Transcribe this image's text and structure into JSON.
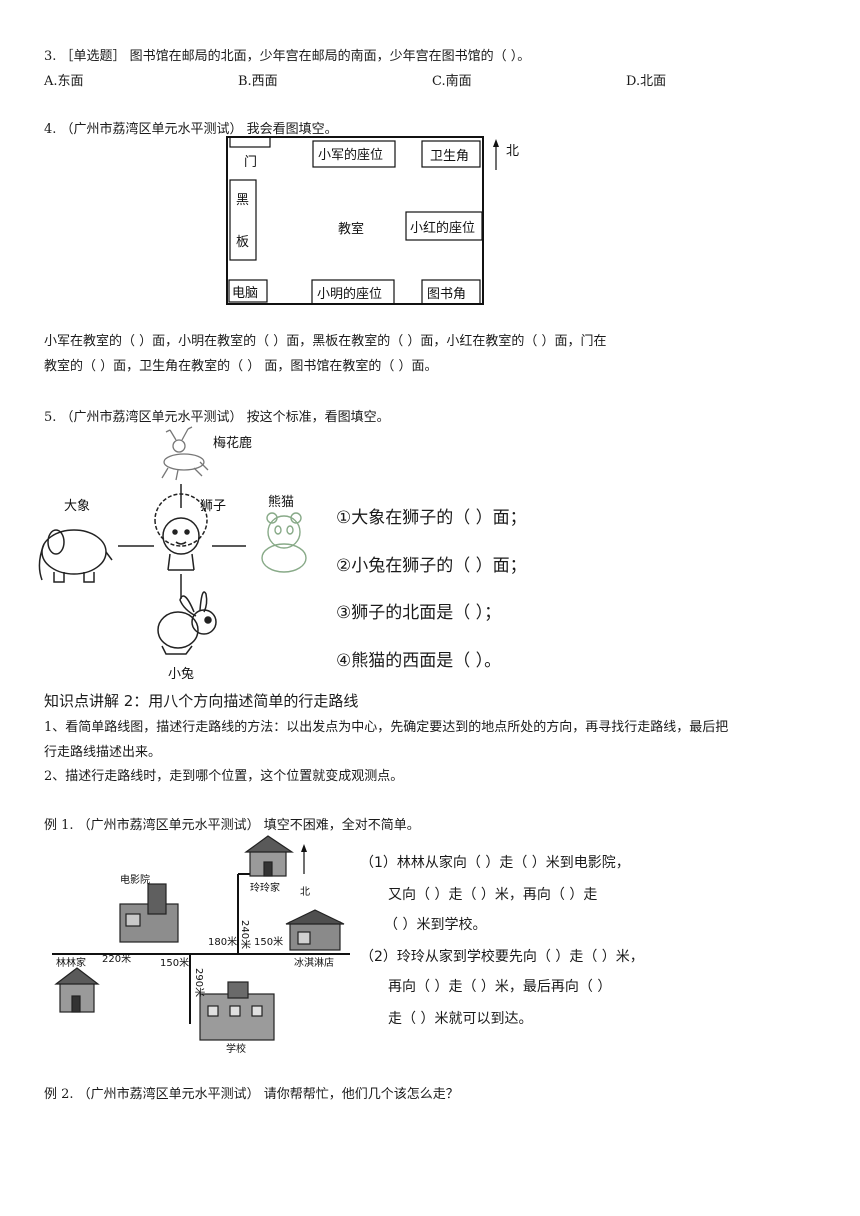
{
  "q3": {
    "stem": "3. ［单选题］  图书馆在邮局的北面，少年宫在邮局的南面，少年宫在图书馆的（      ）。",
    "options": [
      "A.东面",
      "B.西面",
      "C.南面",
      "D.北面"
    ]
  },
  "q4": {
    "stem": "4.  （广州市荔湾区单元水平测试）  我会看图填空。",
    "figure": {
      "door": "门",
      "blackboard_1": "黑",
      "blackboard_2": "板",
      "computer": "电脑",
      "xiaojun_seat": "小军的座位",
      "toilet_corner": "卫生角",
      "classroom": "教室",
      "xiaohong_seat": "小红的座位",
      "xiaoming_seat": "小明的座位",
      "library_corner": "图书角",
      "north": "北"
    },
    "line1": "小军在教室的（        ）面，小明在教室的（        ）面，黑板在教室的（        ）面，小红在教室的（        ）面，门在",
    "line2": "教室的（        ）面，卫生角在教室的（        ）  面，图书馆在教室的（        ）面。"
  },
  "q5": {
    "stem": "5.  （广州市荔湾区单元水平测试）  按这个标准，看图填空。",
    "animals": {
      "deer": "梅花鹿",
      "elephant": "大象",
      "lion": "狮子",
      "panda": "熊猫",
      "rabbit": "小兔"
    },
    "questions": [
      "①大象在狮子的（      ）面；",
      "②小兔在狮子的（      ）面；",
      "③狮子的北面是（          ）；",
      "④熊猫的西面是（          ）。"
    ]
  },
  "kp2": {
    "title": "知识点讲解 2：用八个方向描述简单的行走路线",
    "p1a": "1、看简单路线图，描述行走路线的方法：以出发点为中心，先确定要达到的地点所处的方向，再寻找行走路线，最后把",
    "p1b": "行走路线描述出来。",
    "p2": "2、描述行走路线时，走到哪个位置，这个位置就变成观测点。"
  },
  "ex1": {
    "stem": "例 1.  （广州市荔湾区单元水平测试）  填空不困难，全对不简单。",
    "map": {
      "cinema": "电影院",
      "linglingjia": "玲玲家",
      "north": "北",
      "d240": "240米",
      "d180": "180米",
      "d150a": "150米",
      "linlinjia": "林林家",
      "d220": "220米",
      "d150b": "150米",
      "icecream": "冰淇淋店",
      "d290": "290米",
      "school": "学校"
    },
    "lines": [
      "（1）林林从家向（        ）走（        ）米到电影院，",
      "又向（        ）走（        ）米，再向（        ）走",
      "（        ）米到学校。",
      "（2）玲玲从家到学校要先向（        ）走（        ）米，",
      "再向（        ）走（        ）米，最后再向（        ）",
      "走（        ）米就可以到达。"
    ]
  },
  "ex2": {
    "stem": "例 2.  （广州市荔湾区单元水平测试）  请你帮帮忙，他们几个该怎么走？"
  }
}
